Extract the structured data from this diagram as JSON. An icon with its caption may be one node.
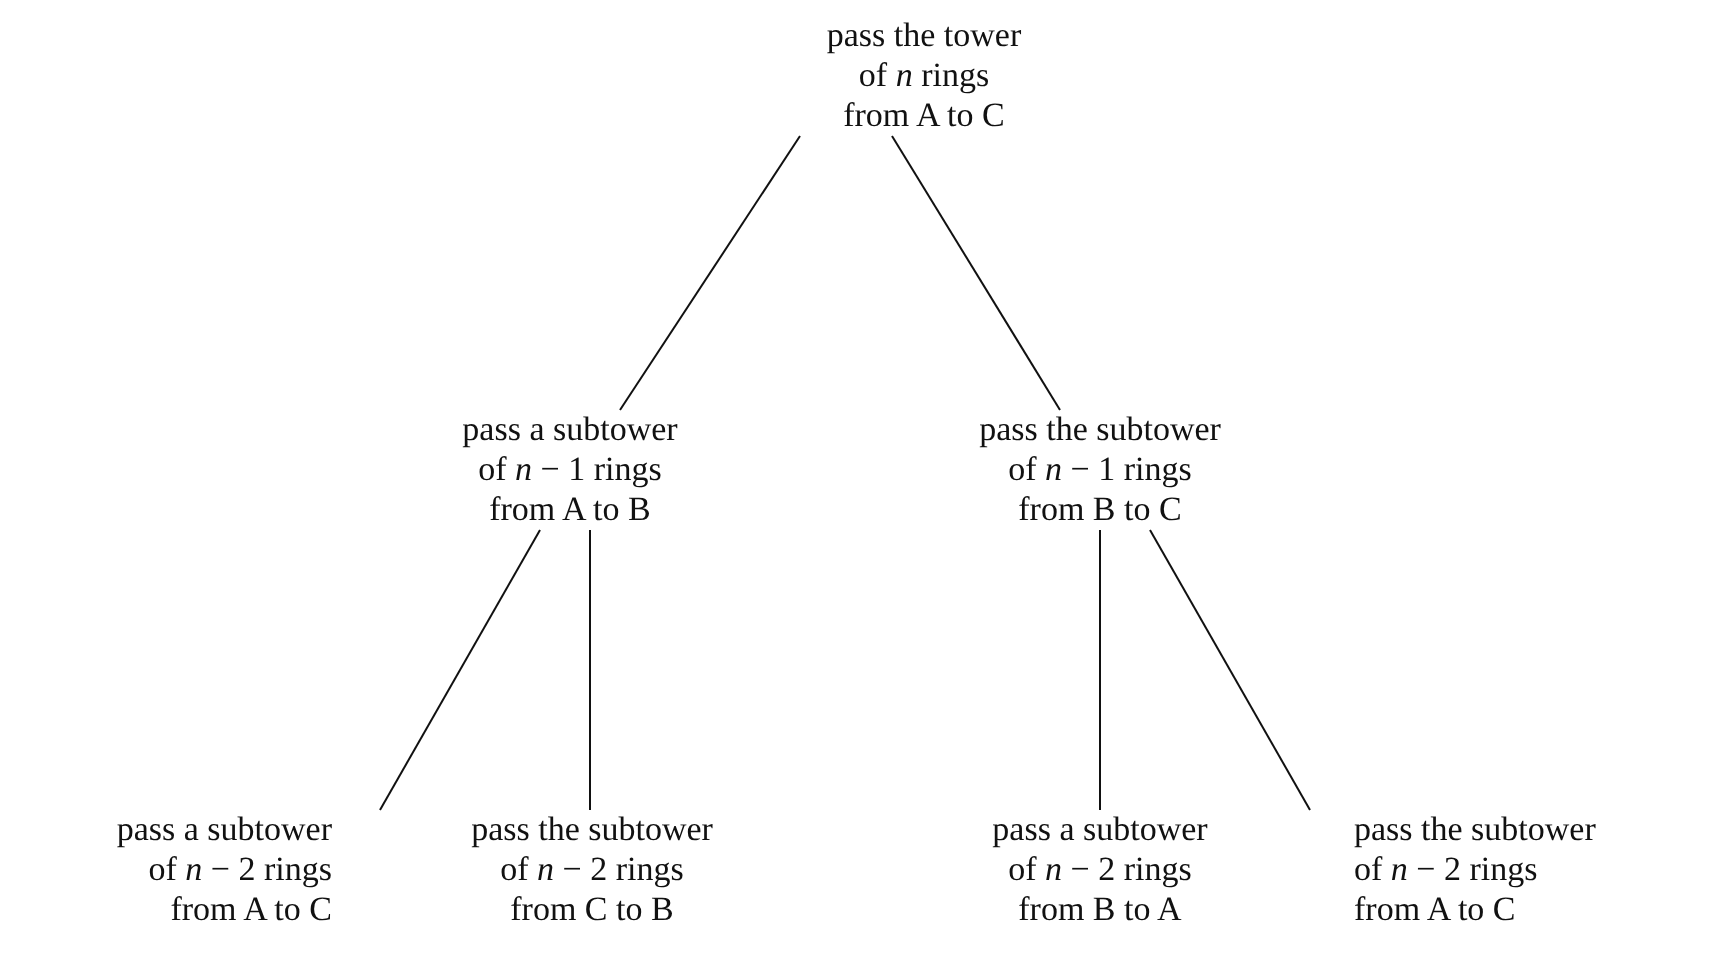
{
  "diagram": {
    "nodes": [
      {
        "text": [
          "pass the tower of *n* rings from A to C"
        ]
      },
      {
        "text": [
          "pass a subtower of *n* − 1 rings from A to B"
        ]
      },
      {
        "text": [
          "pass the subtower of *n* − 1 rings from B to C"
        ]
      },
      {
        "text": [
          "pass a subtower of *n* − 2 rings from A to C"
        ]
      },
      {
        "text": [
          "pass the subtower of *n* − 2 rings from C to B"
        ]
      },
      {
        "text": [
          "pass a subtower of *n* − 2 rings from B to A"
        ]
      },
      {
        "text": [
          "pass the subtower of *n* − 2 rings from A to C"
        ]
      }
    ],
    "edges": [
      {
        "from": 0,
        "to": 1,
        "arrow": "none"
      },
      {
        "from": 0,
        "to": 2,
        "arrow": "none"
      },
      {
        "from": 1,
        "to": 3,
        "arrow": "none"
      },
      {
        "from": 1,
        "to": 4,
        "arrow": "none"
      },
      {
        "from": 2,
        "to": 5,
        "arrow": "none"
      },
      {
        "from": 2,
        "to": 6,
        "arrow": "none"
      }
    ]
  }
}
